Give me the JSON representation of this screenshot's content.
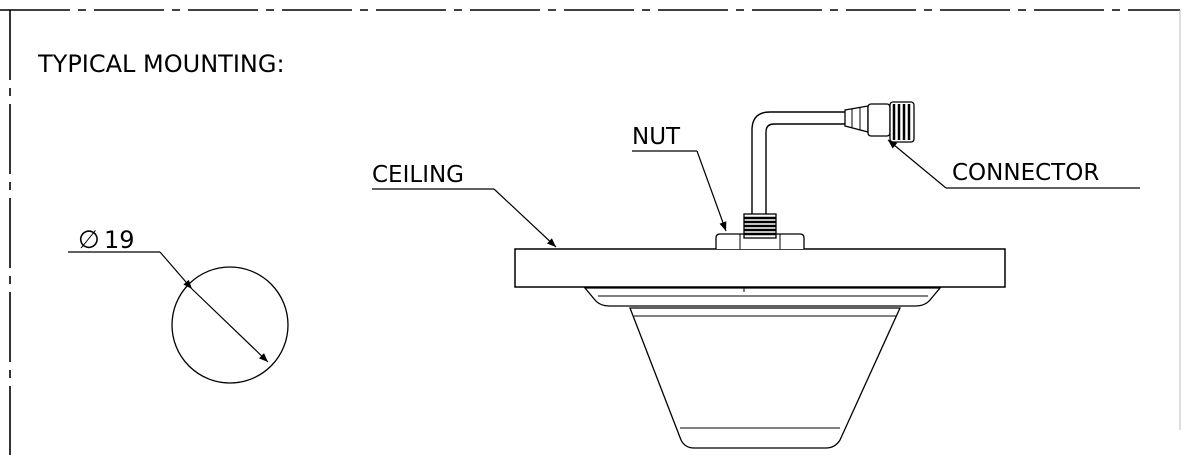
{
  "title": "TYPICAL MOUNTING:",
  "labels": {
    "ceiling": "CEILING",
    "nut": "NUT",
    "connector": "CONNECTOR"
  },
  "dimension": {
    "symbol": "∅",
    "value": "19"
  }
}
